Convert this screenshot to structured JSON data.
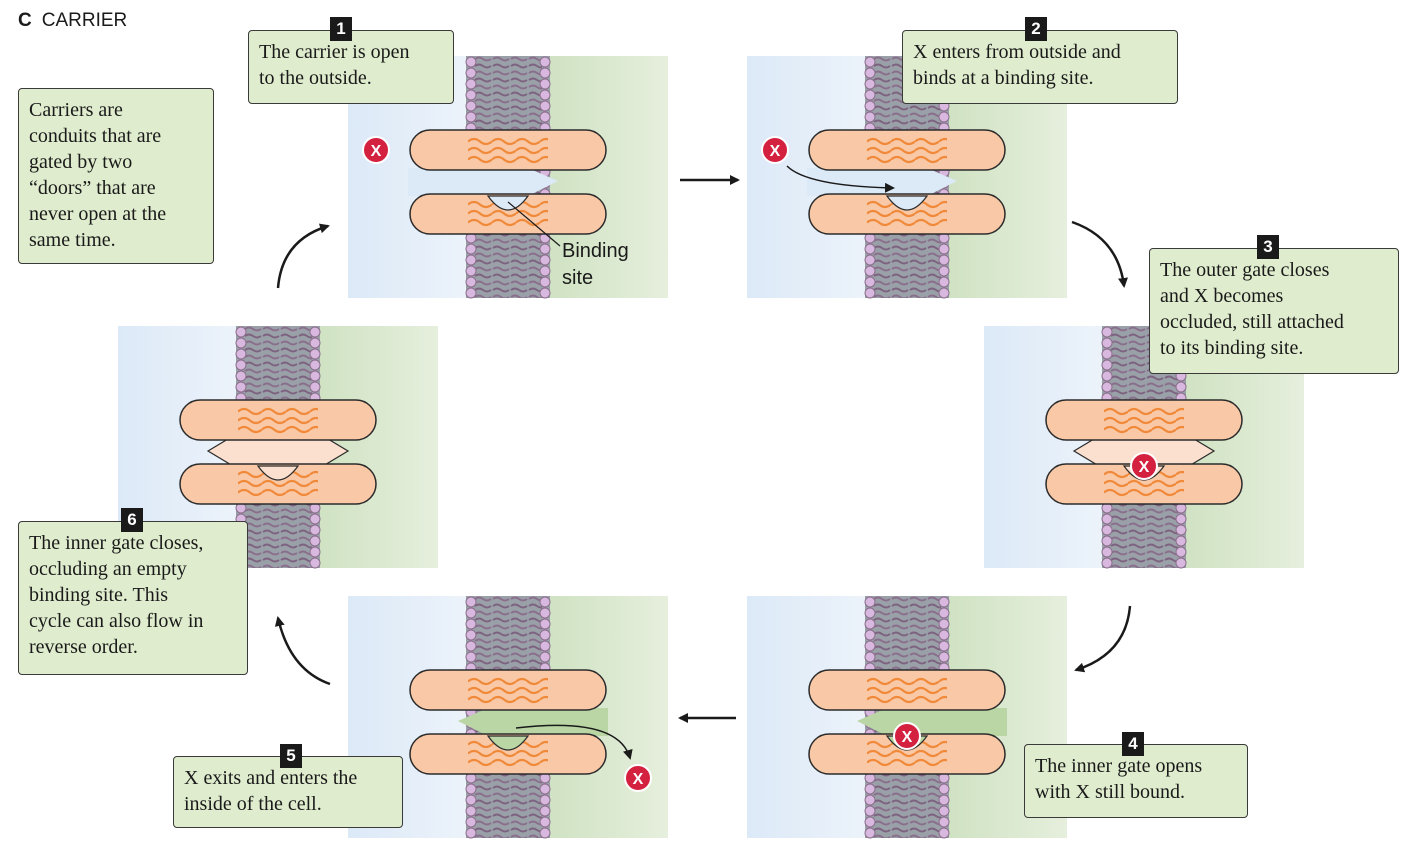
{
  "panel": {
    "letter": "C",
    "title": "CARRIER"
  },
  "intro_note": "Carriers are\nconduits that are\ngated by two\n“doors” that are\nnever open at the\nsame time.",
  "binding_site_label": "Binding\nsite",
  "solute_label": "X",
  "steps": [
    {
      "number": "1",
      "text": "The carrier is open\nto the outside."
    },
    {
      "number": "2",
      "text": "X enters from outside and\nbinds at a binding site."
    },
    {
      "number": "3",
      "text": "The outer gate closes\nand X becomes\noccluded, still attached\nto its binding site."
    },
    {
      "number": "4",
      "text": "The inner gate opens\nwith X still bound."
    },
    {
      "number": "5",
      "text": "X exits and enters the\ninside of the cell."
    },
    {
      "number": "6",
      "text": "The inner gate closes,\noccluding an empty\nbinding site.  This\ncycle can also flow in\nreverse order."
    }
  ],
  "colors": {
    "outside": "#e3eef9",
    "inside": "#c5dcb5",
    "protein": "#f9c8a6",
    "protein_edge": "#2b2b2b",
    "wave": "#f08a3a",
    "lipid_head": "#d9b8df",
    "lipid_tail": "#8a6f8c",
    "solute": "#d42140",
    "note_bg": "#dfeccd"
  }
}
